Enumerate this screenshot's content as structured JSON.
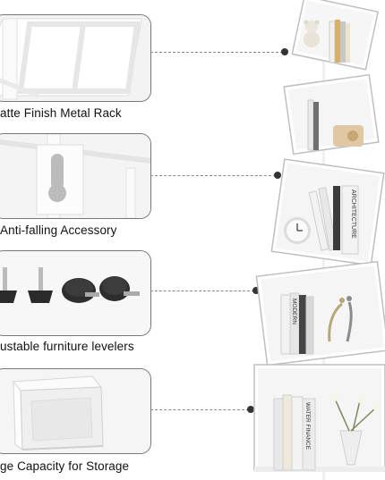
{
  "features": [
    {
      "caption": "atte Finish Metal Rack"
    },
    {
      "caption": "Anti-falling Accessory"
    },
    {
      "caption": "ustable furniture levelers"
    },
    {
      "caption": "ge Capacity for Storage"
    }
  ],
  "book_spines": [
    {
      "text": "ARCHITECTURE"
    },
    {
      "text": "MODERN"
    },
    {
      "text": "WATER FINANCE"
    }
  ],
  "colors": {
    "panel_border": "#777777",
    "panel_bg": "#f6f6f6",
    "connector": "#888888",
    "dot": "#333333",
    "shelf": "#ffffff"
  }
}
